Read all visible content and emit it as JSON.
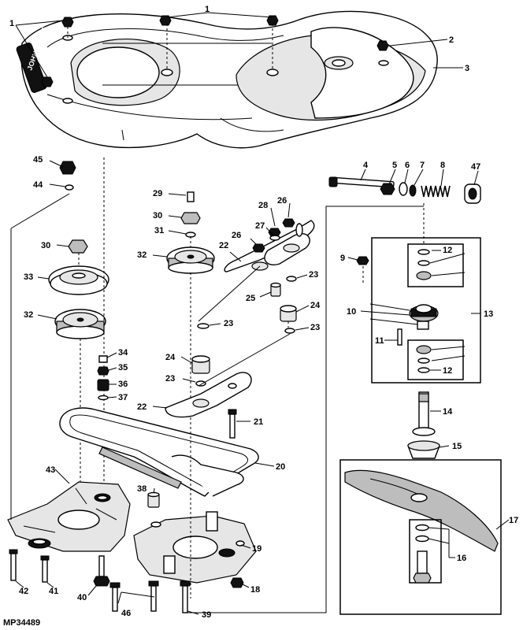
{
  "figure_id": "MP34489",
  "brand_text": "JOHN DEERE",
  "callouts": {
    "c1a": "1",
    "c1b": "1",
    "c2": "2",
    "c3": "3",
    "c4": "4",
    "c5": "5",
    "c6": "6",
    "c7": "7",
    "c8": "8",
    "c47": "47",
    "c45": "45",
    "c44": "44",
    "c29": "29",
    "c30a": "30",
    "c30b": "30",
    "c31": "31",
    "c28": "28",
    "c26a": "26",
    "c26b": "26",
    "c27": "27",
    "c22a": "22",
    "c22b": "22",
    "c32a": "32",
    "c32b": "32",
    "c33": "33",
    "c23a": "23",
    "c23b": "23",
    "c23c": "23",
    "c23d": "23",
    "c25": "25",
    "c24a": "24",
    "c24b": "24",
    "c9": "9",
    "c10": "10",
    "c11": "11",
    "c12a": "12",
    "c12b": "12",
    "c13": "13",
    "c34": "34",
    "c35": "35",
    "c36": "36",
    "c37": "37",
    "c21": "21",
    "c14": "14",
    "c15": "15",
    "c20": "20",
    "c43": "43",
    "c38": "38",
    "c19": "19",
    "c17": "17",
    "c16": "16",
    "c18": "18",
    "c42": "42",
    "c41": "41",
    "c40": "40",
    "c46": "46",
    "c39": "39"
  },
  "colors": {
    "ink": "#000000",
    "paper": "#ffffff",
    "shade": "#bdbdbd"
  }
}
